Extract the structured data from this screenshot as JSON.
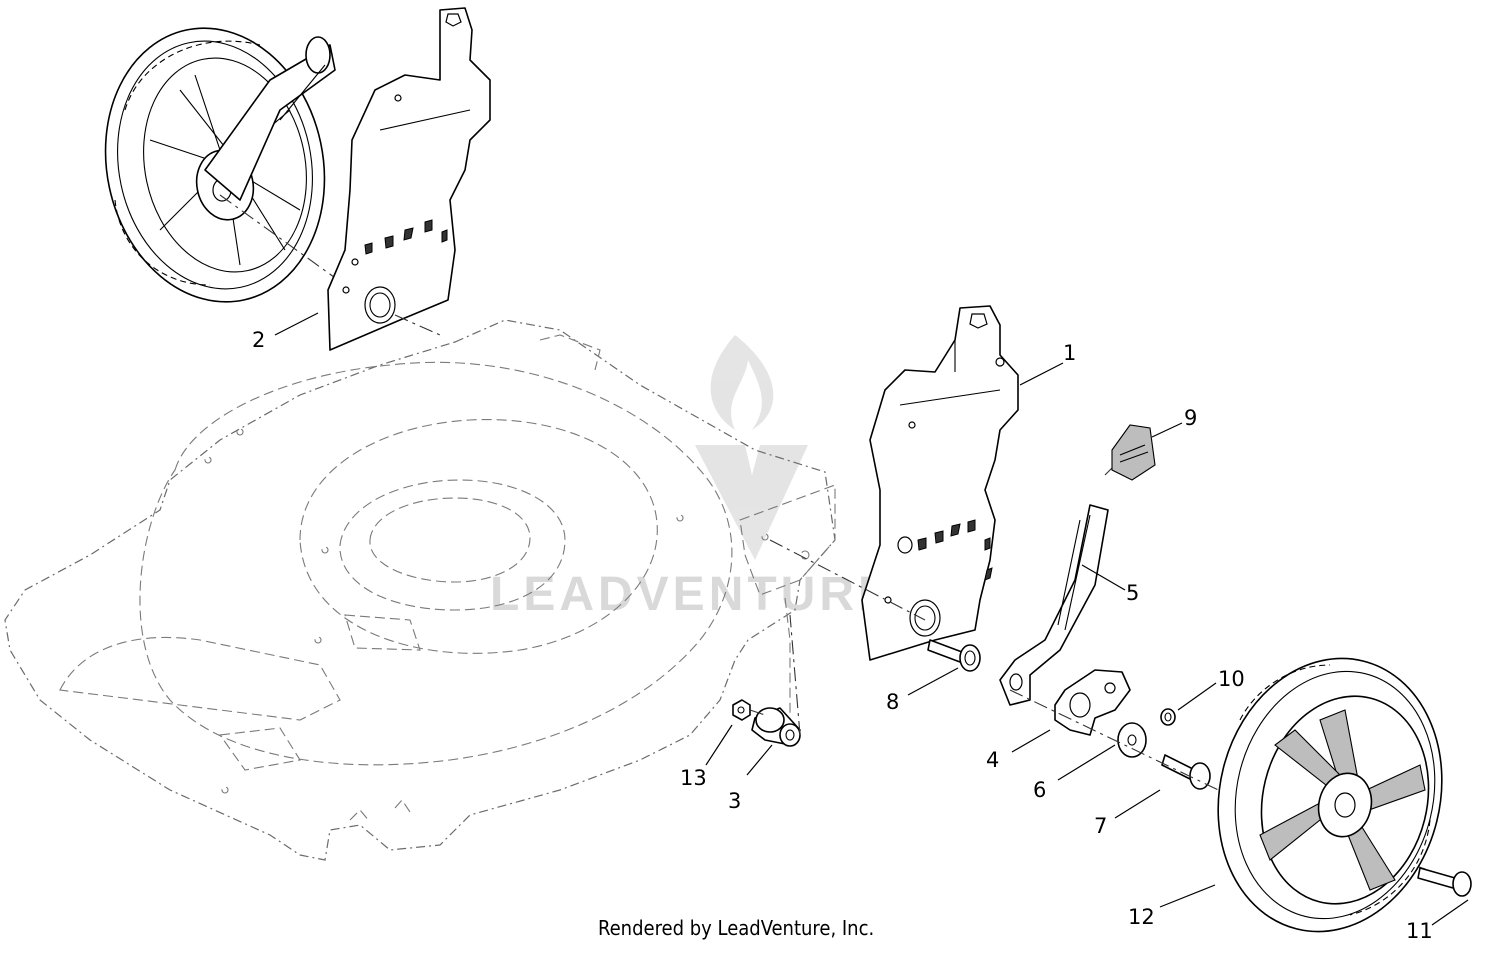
{
  "footer": "Rendered by LeadVenture, Inc.",
  "watermark": "LEADVENTURE",
  "callouts": [
    "1",
    "2",
    "3",
    "4",
    "5",
    "6",
    "7",
    "8",
    "9",
    "10",
    "11",
    "12",
    "13"
  ]
}
